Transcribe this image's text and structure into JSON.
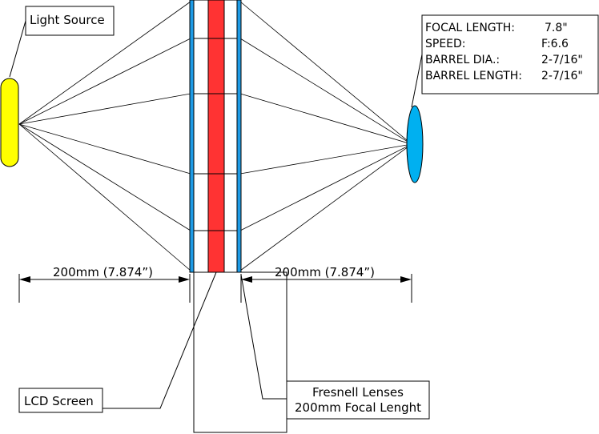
{
  "labels": {
    "light_source": "Light Source",
    "lcd_screen": "LCD Screen",
    "fresnel_line1": "Fresnell Lenses",
    "fresnel_line2": "200mm Focal Lenght",
    "dim_left": "200mm (7.874”)",
    "dim_right": "200mm (7.874”)"
  },
  "specs": [
    {
      "key": "FOCAL LENGTH:",
      "value": "7.8\""
    },
    {
      "key": "SPEED:",
      "value": "F:6.6"
    },
    {
      "key": "BARREL DIA.:",
      "value": "2-7/16\""
    },
    {
      "key": "BARREL LENGTH:",
      "value": "2-7/16\""
    }
  ],
  "colors": {
    "light_source": "#ffff00",
    "lens": "#00b0f0",
    "fresnel": "#1e9be6",
    "lcd": "#ff3333"
  }
}
